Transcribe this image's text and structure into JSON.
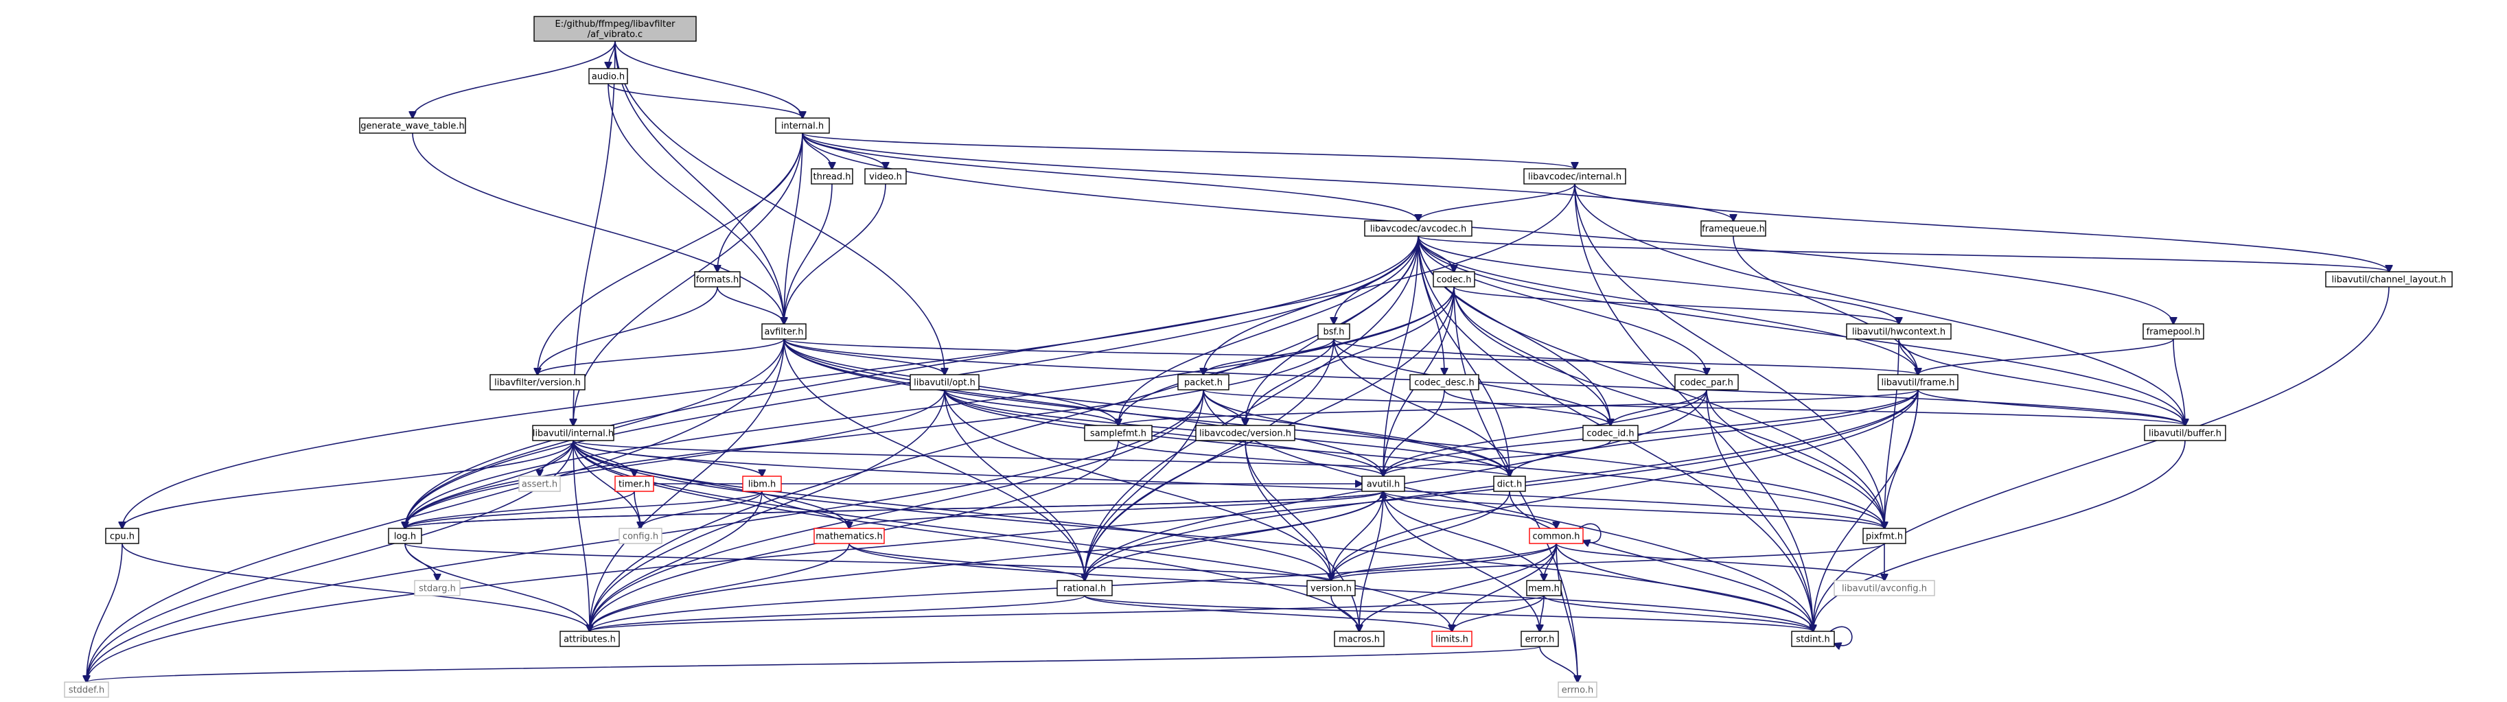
{
  "diagram": {
    "title_lines": [
      "E:/github/ffmpeg/libavfilter",
      "/af_vibrato.c"
    ],
    "colors": {
      "edge": "#191970",
      "root_fill": "#bfbfbf",
      "broken_border": "#ff0000",
      "external_border": "#bfbfbf"
    },
    "nodes": [
      {
        "id": "root",
        "label": "E:/github/ffmpeg/libavfilter\n/af_vibrato.c",
        "style": "root"
      },
      {
        "id": "audio",
        "label": "audio.h"
      },
      {
        "id": "gen",
        "label": "generate_wave_table.h"
      },
      {
        "id": "internal",
        "label": "internal.h"
      },
      {
        "id": "thread",
        "label": "thread.h"
      },
      {
        "id": "video",
        "label": "video.h"
      },
      {
        "id": "lc_internal",
        "label": "libavcodec/internal.h"
      },
      {
        "id": "avcodec",
        "label": "libavcodec/avcodec.h"
      },
      {
        "id": "framequeue",
        "label": "framequeue.h"
      },
      {
        "id": "chlayout",
        "label": "libavutil/channel_layout.h"
      },
      {
        "id": "formats",
        "label": "formats.h"
      },
      {
        "id": "codec",
        "label": "codec.h"
      },
      {
        "id": "avfilter",
        "label": "avfilter.h"
      },
      {
        "id": "bsf",
        "label": "bsf.h"
      },
      {
        "id": "hwcontext",
        "label": "libavutil/hwcontext.h"
      },
      {
        "id": "framepool",
        "label": "framepool.h"
      },
      {
        "id": "lf_version",
        "label": "libavfilter/version.h"
      },
      {
        "id": "opt",
        "label": "libavutil/opt.h"
      },
      {
        "id": "codec_desc",
        "label": "codec_desc.h"
      },
      {
        "id": "codec_par",
        "label": "codec_par.h"
      },
      {
        "id": "frame",
        "label": "libavutil/frame.h"
      },
      {
        "id": "packet",
        "label": "packet.h"
      },
      {
        "id": "samplefmt",
        "label": "samplefmt.h"
      },
      {
        "id": "lc_version",
        "label": "libavcodec/version.h"
      },
      {
        "id": "codec_id",
        "label": "codec_id.h"
      },
      {
        "id": "buffer",
        "label": "libavutil/buffer.h"
      },
      {
        "id": "lu_internal",
        "label": "libavutil/internal.h"
      },
      {
        "id": "assert",
        "label": "assert.h",
        "style": "gray"
      },
      {
        "id": "timer",
        "label": "timer.h",
        "style": "red"
      },
      {
        "id": "libm",
        "label": "libm.h",
        "style": "red"
      },
      {
        "id": "avutil",
        "label": "avutil.h"
      },
      {
        "id": "dict",
        "label": "dict.h"
      },
      {
        "id": "cpu",
        "label": "cpu.h"
      },
      {
        "id": "log",
        "label": "log.h"
      },
      {
        "id": "config",
        "label": "config.h",
        "style": "gray"
      },
      {
        "id": "mathematics",
        "label": "mathematics.h",
        "style": "red"
      },
      {
        "id": "common",
        "label": "common.h",
        "style": "red"
      },
      {
        "id": "pixfmt",
        "label": "pixfmt.h"
      },
      {
        "id": "stdarg",
        "label": "stdarg.h",
        "style": "gray"
      },
      {
        "id": "version",
        "label": "version.h"
      },
      {
        "id": "rational",
        "label": "rational.h"
      },
      {
        "id": "mem",
        "label": "mem.h"
      },
      {
        "id": "avconfig",
        "label": "libavutil/avconfig.h",
        "style": "gray"
      },
      {
        "id": "attributes",
        "label": "attributes.h"
      },
      {
        "id": "macros",
        "label": "macros.h"
      },
      {
        "id": "limits",
        "label": "limits.h",
        "style": "red"
      },
      {
        "id": "stdint",
        "label": "stdint.h"
      },
      {
        "id": "error",
        "label": "error.h"
      },
      {
        "id": "stddef",
        "label": "stddef.h",
        "style": "gray"
      },
      {
        "id": "errno",
        "label": "errno.h",
        "style": "gray"
      }
    ],
    "edges": [
      [
        "root",
        "audio"
      ],
      [
        "root",
        "gen"
      ],
      [
        "root",
        "internal"
      ],
      [
        "root",
        "avfilter"
      ],
      [
        "root",
        "lu_internal"
      ],
      [
        "root",
        "opt"
      ],
      [
        "audio",
        "internal"
      ],
      [
        "audio",
        "avfilter"
      ],
      [
        "gen",
        "avfilter"
      ],
      [
        "internal",
        "thread"
      ],
      [
        "internal",
        "video"
      ],
      [
        "internal",
        "lc_internal"
      ],
      [
        "internal",
        "avcodec"
      ],
      [
        "internal",
        "framequeue"
      ],
      [
        "internal",
        "formats"
      ],
      [
        "internal",
        "avfilter"
      ],
      [
        "internal",
        "lf_version"
      ],
      [
        "internal",
        "framepool"
      ],
      [
        "internal",
        "lu_internal"
      ],
      [
        "thread",
        "avfilter"
      ],
      [
        "video",
        "avfilter"
      ],
      [
        "formats",
        "avfilter"
      ],
      [
        "formats",
        "lf_version"
      ],
      [
        "lc_internal",
        "avcodec"
      ],
      [
        "lc_internal",
        "chlayout"
      ],
      [
        "lc_internal",
        "buffer"
      ],
      [
        "lc_internal",
        "pixfmt"
      ],
      [
        "lc_internal",
        "stdint"
      ],
      [
        "lc_internal",
        "log"
      ],
      [
        "avcodec",
        "codec"
      ],
      [
        "avcodec",
        "bsf"
      ],
      [
        "avcodec",
        "codec_desc"
      ],
      [
        "avcodec",
        "codec_par"
      ],
      [
        "avcodec",
        "packet"
      ],
      [
        "avcodec",
        "samplefmt"
      ],
      [
        "avcodec",
        "lc_version"
      ],
      [
        "avcodec",
        "codec_id"
      ],
      [
        "avcodec",
        "avutil"
      ],
      [
        "avcodec",
        "frame"
      ],
      [
        "avcodec",
        "hwcontext"
      ],
      [
        "avcodec",
        "buffer"
      ],
      [
        "avcodec",
        "chlayout"
      ],
      [
        "avcodec",
        "dict"
      ],
      [
        "avcodec",
        "pixfmt"
      ],
      [
        "avcodec",
        "rational"
      ],
      [
        "avcodec",
        "log"
      ],
      [
        "avcodec",
        "attributes"
      ],
      [
        "avcodec",
        "cpu"
      ],
      [
        "avcodec",
        "stdint"
      ],
      [
        "framequeue",
        "frame"
      ],
      [
        "framepool",
        "frame"
      ],
      [
        "framepool",
        "buffer"
      ],
      [
        "codec",
        "hwcontext"
      ],
      [
        "codec",
        "codec_id"
      ],
      [
        "codec",
        "avutil"
      ],
      [
        "codec",
        "samplefmt"
      ],
      [
        "codec",
        "pixfmt"
      ],
      [
        "codec",
        "rational"
      ],
      [
        "codec",
        "lc_version"
      ],
      [
        "codec",
        "log"
      ],
      [
        "codec",
        "errno"
      ],
      [
        "avfilter",
        "lf_version"
      ],
      [
        "avfilter",
        "frame"
      ],
      [
        "avfilter",
        "buffer"
      ],
      [
        "avfilter",
        "dict"
      ],
      [
        "avfilter",
        "log"
      ],
      [
        "avfilter",
        "samplefmt"
      ],
      [
        "avfilter",
        "pixfmt"
      ],
      [
        "avfilter",
        "rational"
      ],
      [
        "avfilter",
        "avutil"
      ],
      [
        "avfilter",
        "attributes"
      ],
      [
        "avfilter",
        "stddef"
      ],
      [
        "avfilter",
        "opt"
      ],
      [
        "bsf",
        "codec_id"
      ],
      [
        "bsf",
        "codec_par"
      ],
      [
        "bsf",
        "packet"
      ],
      [
        "bsf",
        "dict"
      ],
      [
        "bsf",
        "log"
      ],
      [
        "bsf",
        "rational"
      ],
      [
        "hwcontext",
        "frame"
      ],
      [
        "hwcontext",
        "buffer"
      ],
      [
        "hwcontext",
        "pixfmt"
      ],
      [
        "opt",
        "rational"
      ],
      [
        "opt",
        "avutil"
      ],
      [
        "opt",
        "dict"
      ],
      [
        "opt",
        "log"
      ],
      [
        "opt",
        "pixfmt"
      ],
      [
        "opt",
        "samplefmt"
      ],
      [
        "opt",
        "version"
      ],
      [
        "opt",
        "attributes"
      ],
      [
        "codec_desc",
        "codec_id"
      ],
      [
        "codec_desc",
        "avutil"
      ],
      [
        "codec_par",
        "codec_id"
      ],
      [
        "codec_par",
        "avutil"
      ],
      [
        "codec_par",
        "rational"
      ],
      [
        "codec_par",
        "pixfmt"
      ],
      [
        "codec_par",
        "stdint"
      ],
      [
        "frame",
        "avutil"
      ],
      [
        "frame",
        "buffer"
      ],
      [
        "frame",
        "dict"
      ],
      [
        "frame",
        "rational"
      ],
      [
        "frame",
        "samplefmt"
      ],
      [
        "frame",
        "pixfmt"
      ],
      [
        "frame",
        "version"
      ],
      [
        "frame",
        "stdint"
      ],
      [
        "frame",
        "stddef"
      ],
      [
        "packet",
        "attributes"
      ],
      [
        "packet",
        "buffer"
      ],
      [
        "packet",
        "dict"
      ],
      [
        "packet",
        "rational"
      ],
      [
        "packet",
        "lc_version"
      ],
      [
        "packet",
        "stdint"
      ],
      [
        "packet",
        "stddef"
      ],
      [
        "samplefmt",
        "avutil"
      ],
      [
        "samplefmt",
        "attributes"
      ],
      [
        "lc_version",
        "version"
      ],
      [
        "lc_version",
        "macros"
      ],
      [
        "codec_id",
        "avutil"
      ],
      [
        "buffer",
        "stdint"
      ],
      [
        "chlayout",
        "stdint"
      ],
      [
        "lu_internal",
        "assert"
      ],
      [
        "lu_internal",
        "timer"
      ],
      [
        "lu_internal",
        "libm"
      ],
      [
        "lu_internal",
        "cpu"
      ],
      [
        "lu_internal",
        "log"
      ],
      [
        "lu_internal",
        "config"
      ],
      [
        "lu_internal",
        "dict"
      ],
      [
        "lu_internal",
        "pixfmt"
      ],
      [
        "lu_internal",
        "version"
      ],
      [
        "lu_internal",
        "attributes"
      ],
      [
        "lu_internal",
        "macros"
      ],
      [
        "lu_internal",
        "mathematics"
      ],
      [
        "lu_internal",
        "stdint"
      ],
      [
        "lu_internal",
        "stddef"
      ],
      [
        "lu_internal",
        "limits"
      ],
      [
        "timer",
        "config"
      ],
      [
        "timer",
        "log"
      ],
      [
        "timer",
        "avutil"
      ],
      [
        "libm",
        "config"
      ],
      [
        "libm",
        "attributes"
      ],
      [
        "libm",
        "mathematics"
      ],
      [
        "libm",
        "log"
      ],
      [
        "avutil",
        "common"
      ],
      [
        "avutil",
        "error"
      ],
      [
        "avutil",
        "rational"
      ],
      [
        "avutil",
        "version"
      ],
      [
        "avutil",
        "macros"
      ],
      [
        "avutil",
        "mathematics"
      ],
      [
        "avutil",
        "log"
      ],
      [
        "avutil",
        "pixfmt"
      ],
      [
        "avutil",
        "attributes"
      ],
      [
        "dict",
        "stdint"
      ],
      [
        "dict",
        "version"
      ],
      [
        "cpu",
        "attributes"
      ],
      [
        "cpu",
        "stddef"
      ],
      [
        "log",
        "attributes"
      ],
      [
        "log",
        "avutil"
      ],
      [
        "log",
        "version"
      ],
      [
        "log",
        "stdarg"
      ],
      [
        "mathematics",
        "rational"
      ],
      [
        "mathematics",
        "attributes"
      ],
      [
        "mathematics",
        "stdint"
      ],
      [
        "common",
        "attributes"
      ],
      [
        "common",
        "macros"
      ],
      [
        "common",
        "version"
      ],
      [
        "common",
        "mem"
      ],
      [
        "common",
        "errno"
      ],
      [
        "common",
        "stdint"
      ],
      [
        "common",
        "limits"
      ],
      [
        "common",
        "avconfig"
      ],
      [
        "common",
        "common"
      ],
      [
        "pixfmt",
        "avconfig"
      ],
      [
        "pixfmt",
        "version"
      ],
      [
        "version",
        "macros"
      ],
      [
        "rational",
        "attributes"
      ],
      [
        "rational",
        "limits"
      ],
      [
        "rational",
        "stdint"
      ],
      [
        "mem",
        "attributes"
      ],
      [
        "mem",
        "error"
      ],
      [
        "mem",
        "limits"
      ],
      [
        "mem",
        "avutil"
      ],
      [
        "mem",
        "stdint"
      ],
      [
        "error",
        "errno"
      ],
      [
        "error",
        "stddef"
      ],
      [
        "stdint",
        "stdint"
      ]
    ]
  }
}
